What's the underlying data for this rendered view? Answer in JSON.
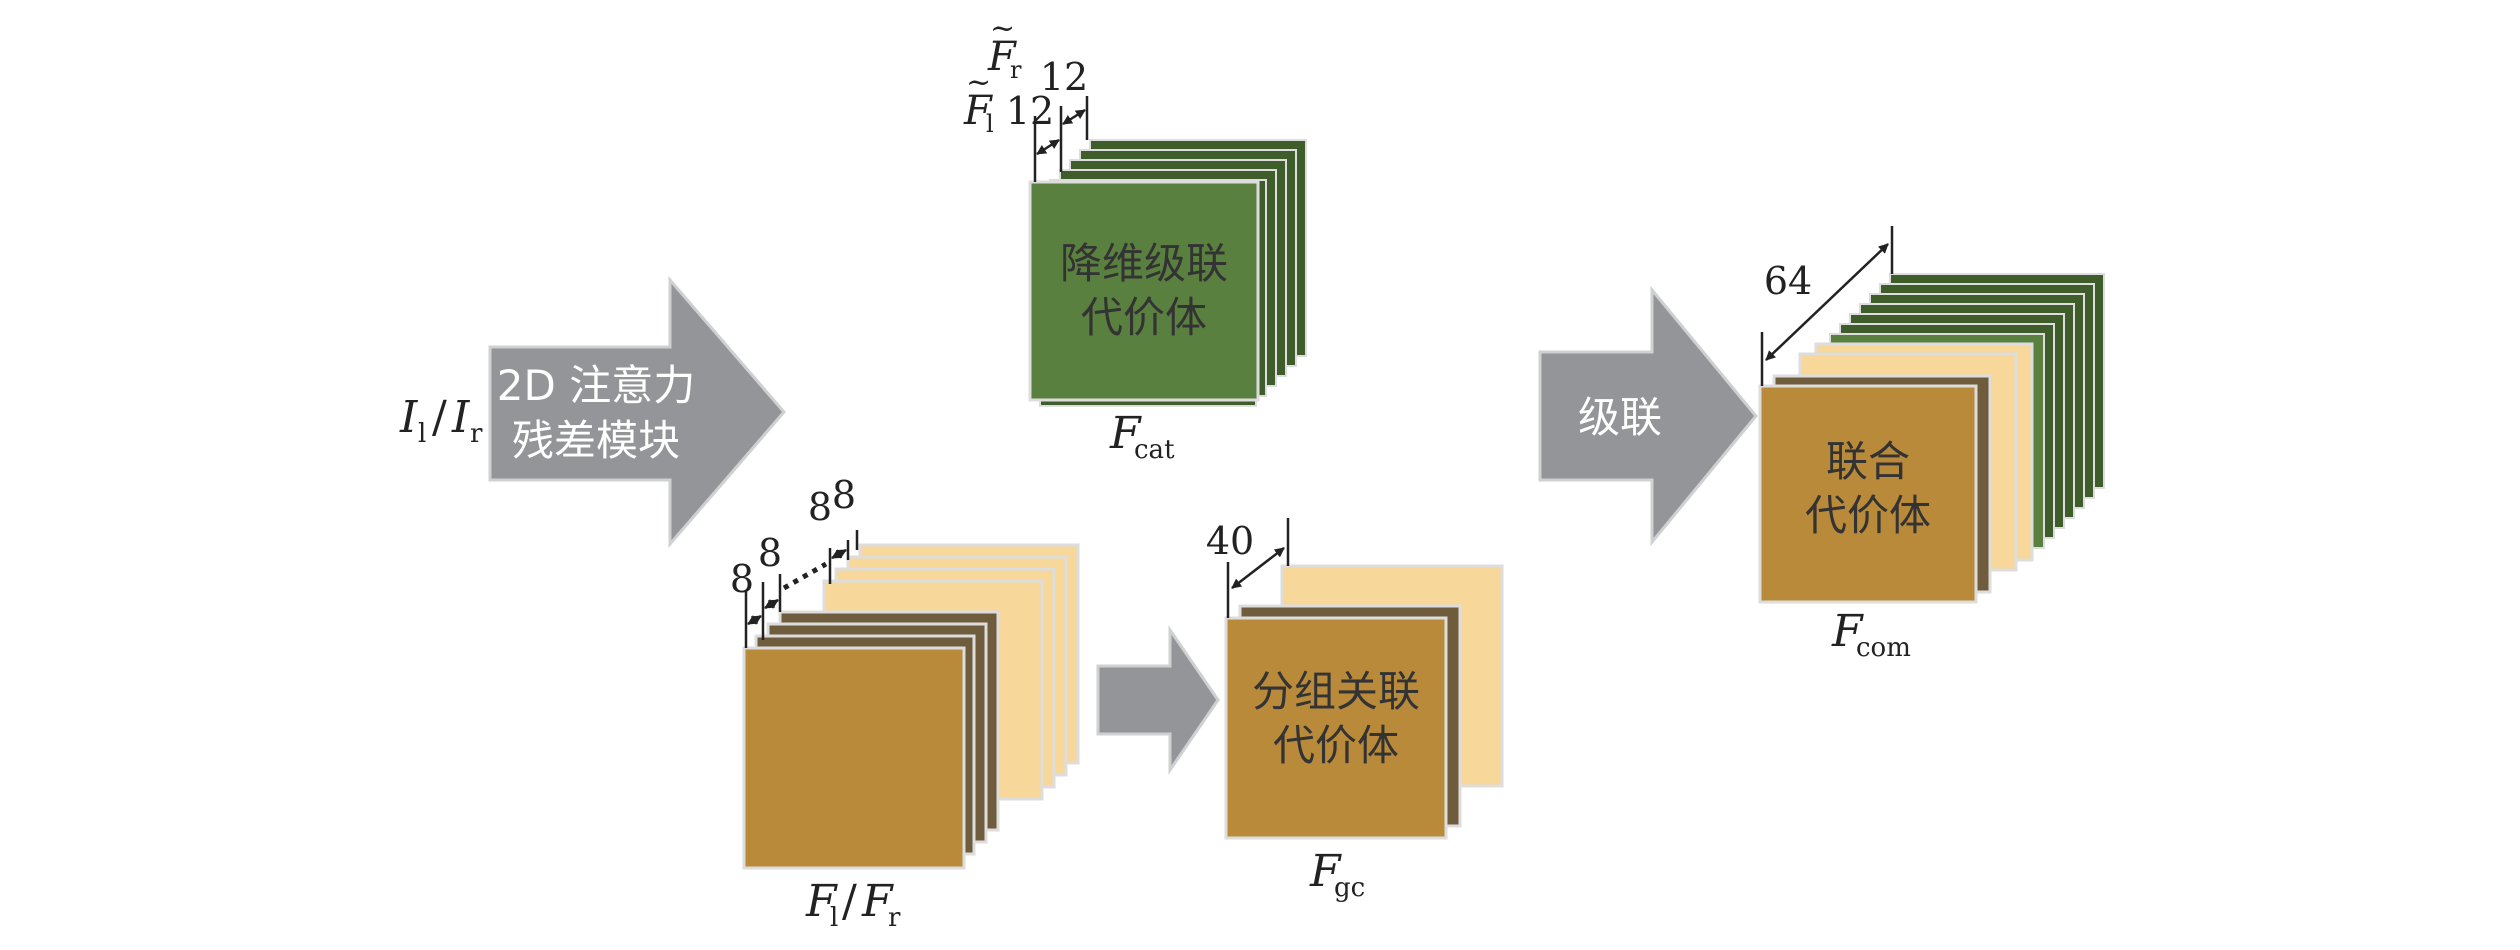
{
  "colors": {
    "arrow_gray": "#939598",
    "dark_green": "#3f5d2a",
    "mid_green": "#5a8040",
    "dark_brown": "#6e5c3c",
    "gold": "#b88a3a",
    "light_peach": "#f7d89a",
    "frame": "#dddddd",
    "text": "#333333"
  },
  "input": {
    "label_main_1": "I",
    "sub_1": "l",
    "slash": "/",
    "label_main_2": "I",
    "sub_2": "r"
  },
  "attention_arrow": {
    "line1": "2D 注意力",
    "line2": "残差模块"
  },
  "feature_stack": {
    "dims": [
      "8",
      "8",
      "8",
      "8"
    ],
    "label_main_1": "F",
    "sub_1": "l",
    "slash": "/",
    "label_main_2": "F",
    "sub_2": "r"
  },
  "group_corr": {
    "line1": "分组关联",
    "line2": "代价体",
    "dim": "40",
    "label_main": "F",
    "label_sub": "gc"
  },
  "concat_volume": {
    "line1": "降维级联",
    "line2": "代价体",
    "dim_left": "12",
    "dim_right": "12",
    "tilde_l": "F",
    "tilde_l_sub": "l",
    "tilde_r": "F",
    "tilde_r_sub": "r",
    "label_main": "F",
    "label_sub": "cat"
  },
  "concat_arrow": {
    "label": "级联"
  },
  "combined_volume": {
    "line1": "联合",
    "line2": "代价体",
    "dim": "64",
    "label_main": "F",
    "label_sub": "com"
  }
}
